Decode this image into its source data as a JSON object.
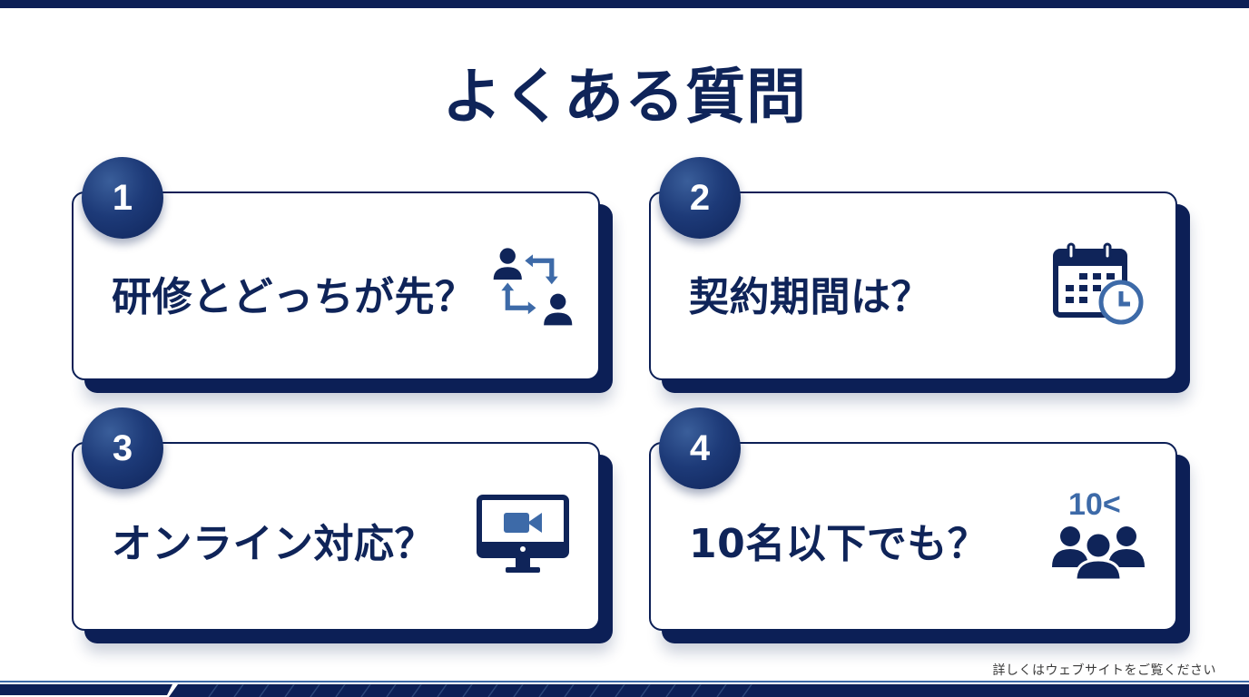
{
  "page": {
    "title": "よくある質問",
    "footer_note": "詳しくはウェブサイトをご覧ください"
  },
  "colors": {
    "navy": "#0c1f56",
    "text_navy": "#0f2459",
    "accent_blue": "#3d6aa8",
    "background": "#ffffff"
  },
  "faq": [
    {
      "number": "1",
      "question": "研修とどっちが先？",
      "icon": "people-exchange-icon"
    },
    {
      "number": "2",
      "question": "契約期間は？",
      "icon": "calendar-clock-icon"
    },
    {
      "number": "3",
      "question": "オンライン対応？",
      "icon": "monitor-video-icon"
    },
    {
      "number": "4",
      "question": "10名以下でも？",
      "icon": "group-people-icon",
      "icon_label": "10<"
    }
  ]
}
